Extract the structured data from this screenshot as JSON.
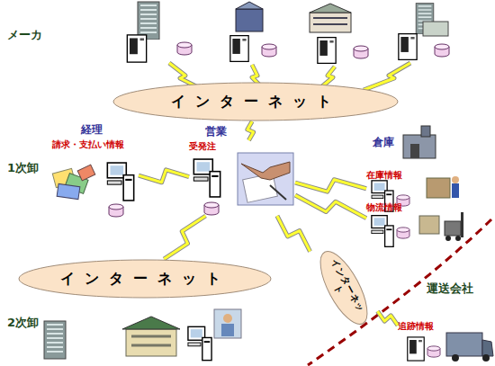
{
  "diagram": {
    "nodes": [
      {
        "text": [
          "インターネット"
        ]
      },
      {
        "text": [
          "受発注"
        ]
      },
      {
        "text": [
          "請求・支払い情報"
        ]
      },
      {
        "text": [
          "在庫情報"
        ]
      },
      {
        "text": [
          "物流情報"
        ]
      },
      {
        "text": [
          "インターネット"
        ]
      },
      {
        "text": [
          "インターネット"
        ]
      },
      {
        "text": [
          "追跡情報"
        ]
      }
    ],
    "edges": [
      {
        "from": 1,
        "to": 0,
        "arrow": "none"
      },
      {
        "from": 2,
        "to": 1,
        "arrow": "none"
      },
      {
        "from": 1,
        "to": 3,
        "arrow": "none"
      },
      {
        "from": 1,
        "to": 4,
        "arrow": "none"
      },
      {
        "from": 1,
        "to": 5,
        "arrow": "none"
      },
      {
        "from": 1,
        "to": 6,
        "arrow": "none"
      },
      {
        "from": 6,
        "to": 7,
        "arrow": "none"
      }
    ],
    "labels": [
      "メーカ",
      "1次卸",
      "経理",
      "営業",
      "倉庫",
      "2次卸",
      "運送会社"
    ]
  }
}
